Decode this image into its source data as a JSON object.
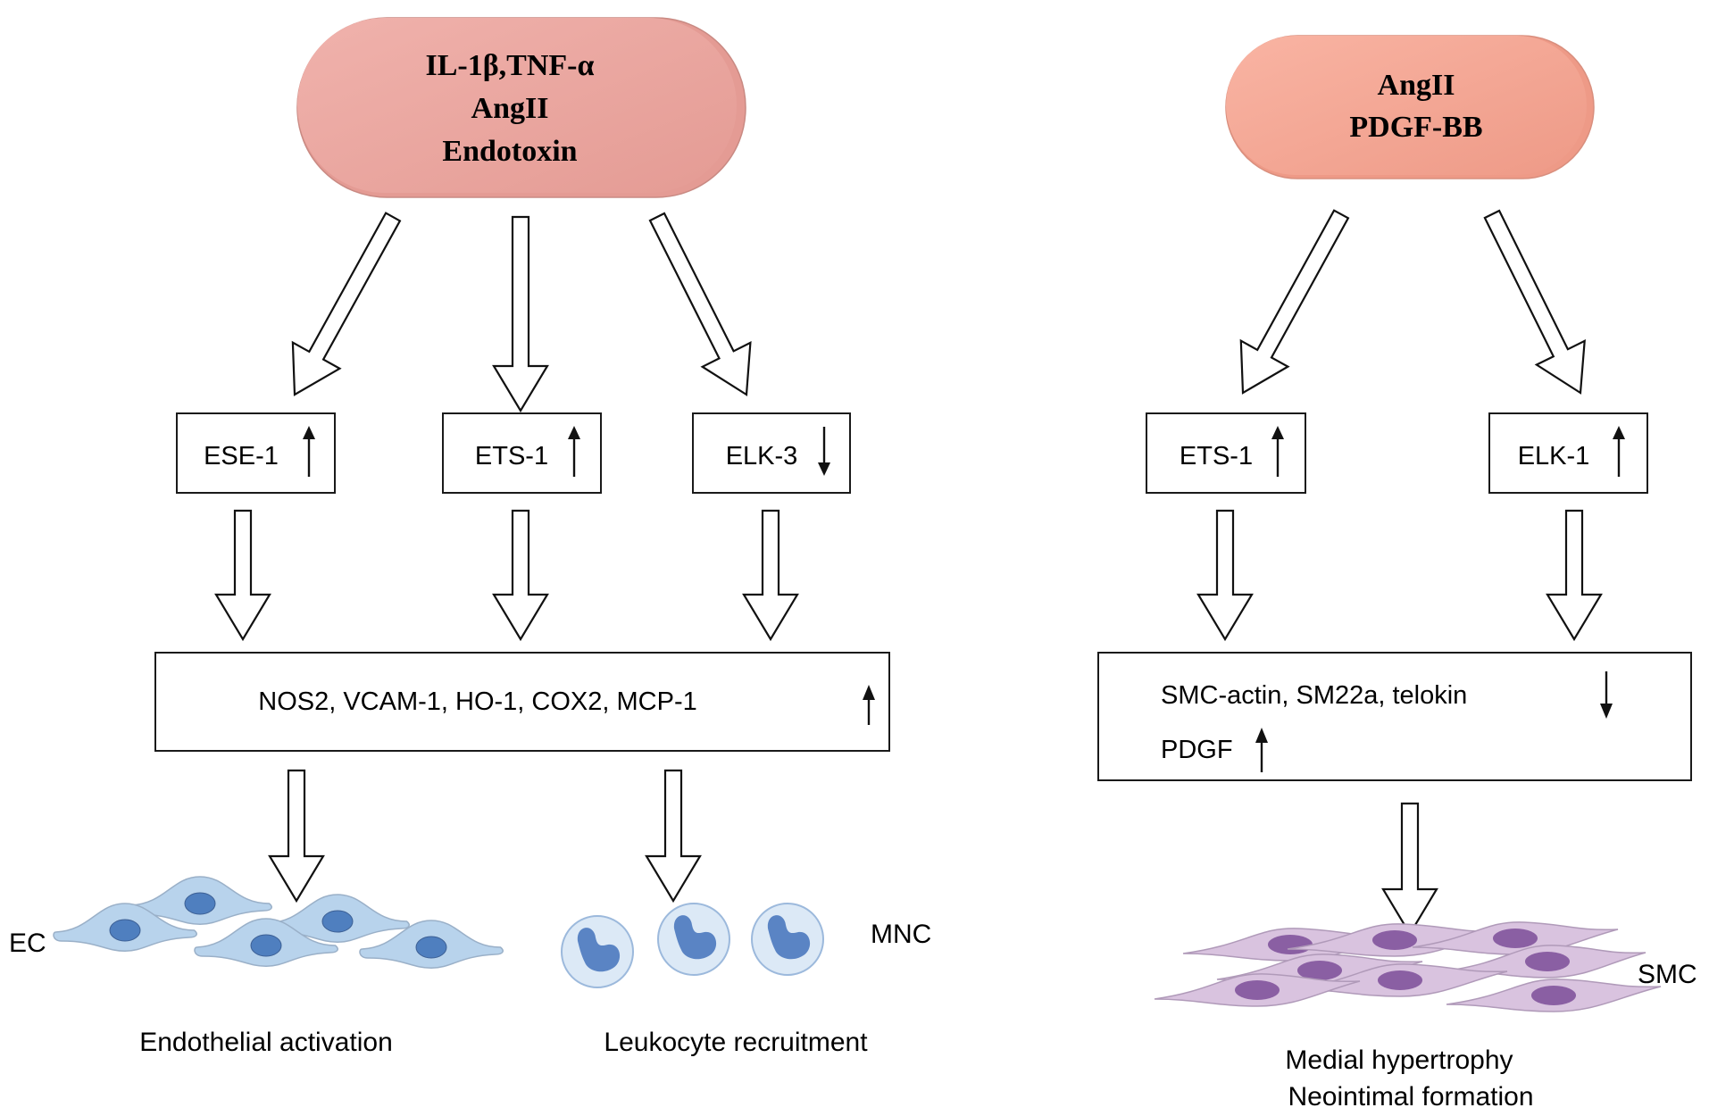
{
  "left_panel": {
    "stimulus": {
      "lines": [
        "IL-1β,TNF-α",
        "AngII",
        "Endotoxin"
      ],
      "color": "#f0b2ac",
      "shade_color": "#e49b94"
    },
    "factors": [
      {
        "label": "ESE-1",
        "direction": "up"
      },
      {
        "label": "ETS-1",
        "direction": "up"
      },
      {
        "label": "ELK-3",
        "direction": "down"
      }
    ],
    "targets": {
      "label": "NOS2, VCAM-1, HO-1, COX2, MCP-1",
      "direction": "up"
    },
    "outcomes": [
      {
        "cell_label": "EC",
        "caption": "Endothelial activation",
        "cell_color": "#b8d3ec",
        "nucleus_color": "#4f7fbf"
      },
      {
        "cell_label": "MNC",
        "caption": "Leukocyte recruitment",
        "cell_color": "#dce9f6",
        "nucleus_color": "#5a84c4"
      }
    ]
  },
  "right_panel": {
    "stimulus": {
      "lines": [
        "AngII",
        "PDGF-BB"
      ],
      "color": "#f9b4a3",
      "shade_color": "#ee9a87"
    },
    "factors": [
      {
        "label": "ETS-1",
        "direction": "up"
      },
      {
        "label": "ELK-1",
        "direction": "up"
      }
    ],
    "targets": {
      "line1": {
        "label": "SMC-actin, SM22a, telokin",
        "direction": "down"
      },
      "line2": {
        "label": "PDGF",
        "direction": "up"
      }
    },
    "outcome": {
      "cell_label": "SMC",
      "caption_lines": [
        "Medial hypertrophy",
        "Neointimal formation"
      ],
      "cell_color": "#d9c3df",
      "nucleus_color": "#8a5fa3"
    }
  }
}
